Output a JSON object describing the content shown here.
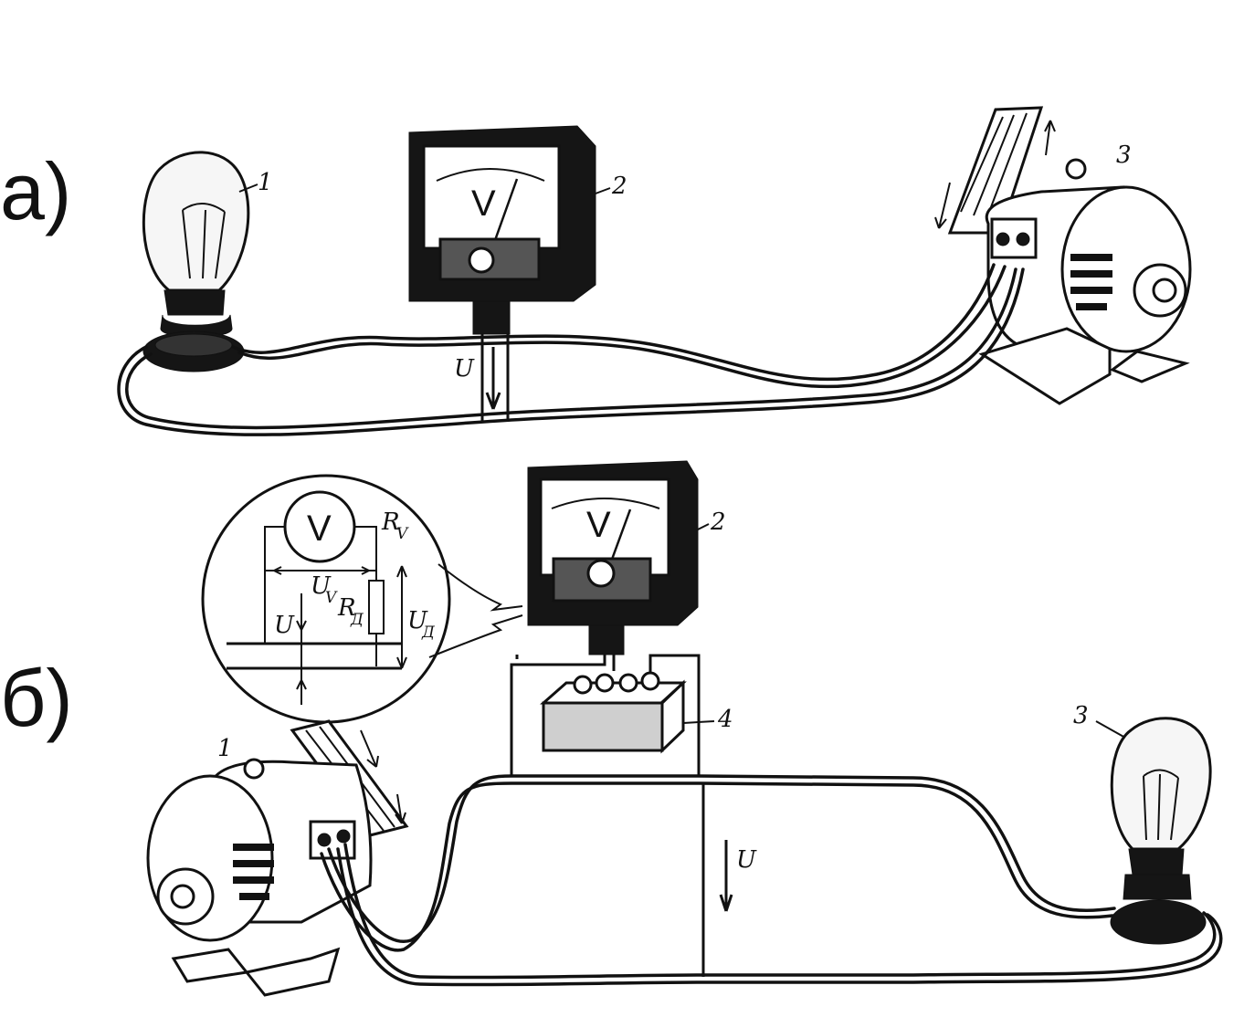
{
  "panels": {
    "a": {
      "label": "а)",
      "lamp_number": "1",
      "voltmeter_number": "2",
      "voltmeter_face": "V",
      "generator_number": "3",
      "voltage_symbol": "U"
    },
    "b": {
      "label": "б)",
      "generator_number": "1",
      "voltmeter_number": "2",
      "voltmeter_face": "V",
      "lamp_number": "3",
      "resistor_box_number": "4",
      "voltage_symbol": "U"
    }
  },
  "inset_schematic": {
    "meter_symbol": "V",
    "r_v_main": "R",
    "r_v_sub": "V",
    "u_v_main": "U",
    "u_v_sub": "V",
    "r_d_main": "R",
    "r_d_sub": "Д",
    "u_d_main": "U",
    "u_d_sub": "Д",
    "u_symbol": "U"
  }
}
